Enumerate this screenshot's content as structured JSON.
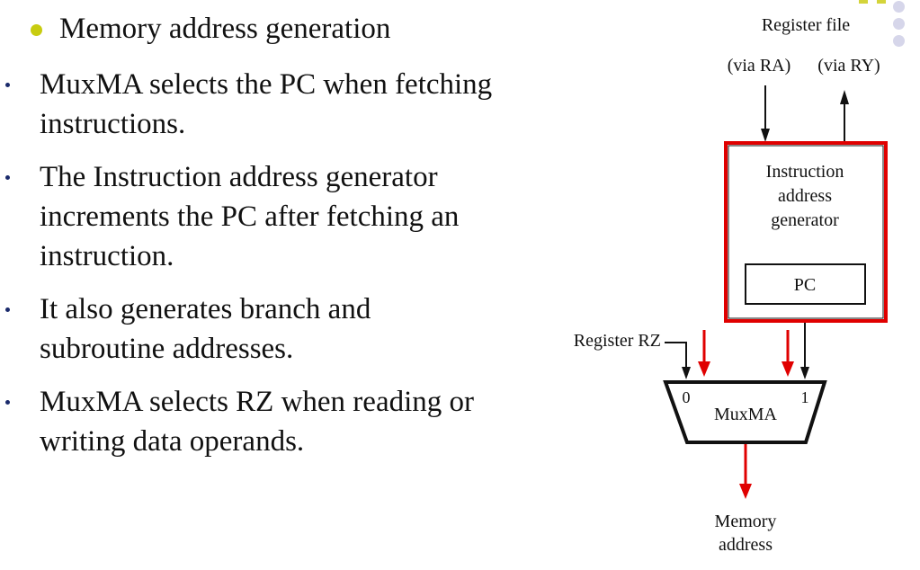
{
  "slide": {
    "heading": "Memory address generation",
    "bullets": [
      "MuxMA selects the PC when fetching instructions.",
      "The Instruction address generator increments the PC after fetching an instruction.",
      "It also generates branch and subroutine addresses.",
      "MuxMA selects RZ when reading or writing data operands."
    ],
    "accent_colors": {
      "heading_bullet": "#c8cc10",
      "list_bullet": "#1a2a6b",
      "highlight": "#e00000",
      "decoration": "#d6d6ea"
    }
  },
  "diagram": {
    "register_file_label": "Register file",
    "via_ra_label": "(via RA)",
    "via_ry_label": "(via RY)",
    "iag_label_lines": [
      "Instruction",
      "address",
      "generator"
    ],
    "pc_label": "PC",
    "register_rz_label": "Register RZ",
    "mux_label": "MuxMA",
    "mux_input_0": "0",
    "mux_input_1": "1",
    "output_label_lines": [
      "Memory",
      "address"
    ]
  }
}
